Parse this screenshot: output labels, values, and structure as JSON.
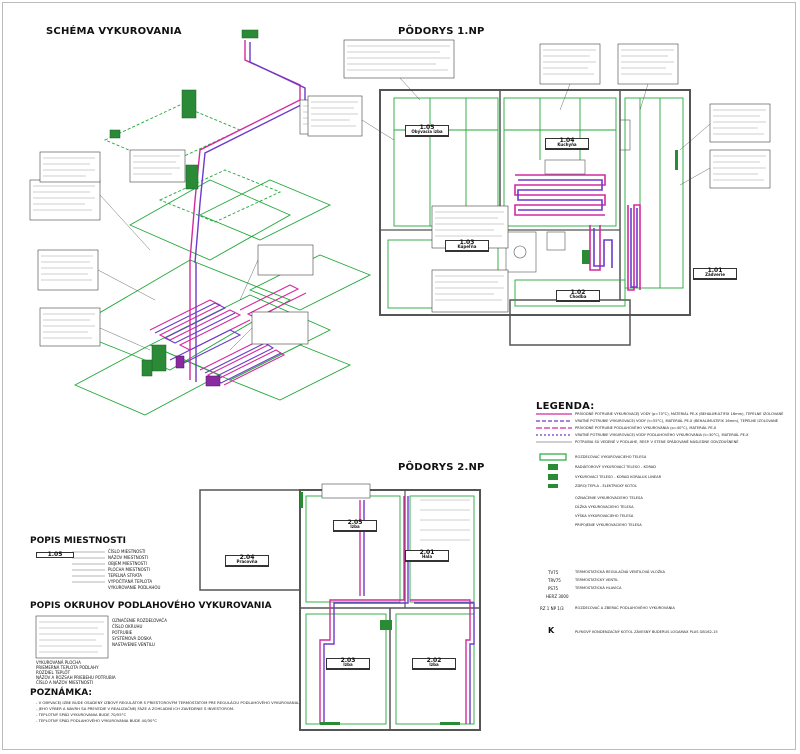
{
  "titles": {
    "schema": "SCHÉMA VYKUROVANIA",
    "podorys1": "PÔDORYS 1.NP",
    "podorys2": "PÔDORYS 2.NP",
    "legenda": "LEGENDA:",
    "popis_miestnosti": "POPIS MIESTNOSTI",
    "popis_okruhov": "POPIS OKRUHOV PODLAHOVÉHO VYKUROVANIA",
    "poznamka": "POZNÁMKA:"
  },
  "rooms_1np": [
    {
      "num": "1.05",
      "name": "Obývacia izba"
    },
    {
      "num": "1.04",
      "name": "Kuchyňa"
    },
    {
      "num": "1.03",
      "name": "Kúpeľňa"
    },
    {
      "num": "1.02",
      "name": "Chodba"
    },
    {
      "num": "1.01",
      "name": "Zádverie"
    }
  ],
  "rooms_2np": [
    {
      "num": "2.05",
      "name": "Izba"
    },
    {
      "num": "2.04",
      "name": "Pracovňa"
    },
    {
      "num": "2.01",
      "name": "Hala"
    },
    {
      "num": "2.03",
      "name": "Izba"
    },
    {
      "num": "2.02",
      "name": "Izba"
    }
  ],
  "popis_miestnosti": {
    "sample_num": "1.05",
    "lines": [
      "ČÍSLO MIESTNOSTI",
      "NÁZOV MIESTNOSTI",
      "OBJEM MIESTNOSTI",
      "PLOCHA MIESTNOSTI",
      "TEPELNÁ STRATA",
      "VYPOČÍTANÁ TEPLOTA",
      "VYKUROVANIE PODLAHOU"
    ]
  },
  "popis_okruhov": {
    "lines": [
      "VYKUROVANÁ PLOCHA",
      "PRIEMERNÁ TEPLOTA PODLAHY",
      "ROZDIEL TEPLÔT",
      "NÁZOV A ROZSAH PRIEBEHU POTRUBIA",
      "ČÍSLO A NÁZOV MIESTNOSTI",
      "OZNAČENIE ROZDEĽOVAČA",
      "ČÍSLO OKRUHU",
      "POTRUBIE",
      "SYSTÉMOVÁ DOSKA",
      "NASTAVENIE VENTILU"
    ]
  },
  "legend_lines": [
    "PRÍVODNÉ POTRUBIE VYKUROVACEJ VODY (p=70°C), MATERIÁL PE-X (BEHALIMULTIFIX 16mm), TEPELNE IZOLOVANÉ",
    "VRATNÉ POTRUBIE VYKUROVACEJ VODY (t=55°C), MATERIÁL PE-X (BEHALIMULTIFIX 16mm), TEPELNE IZOLOVANÉ",
    "PRÍVODNÉ POTRUBIE PODLAHOVÉHO VYKUROVANIA (p=40°C), MATERIÁL PE-X",
    "VRATNÉ POTRUBIE VYKUROVACEJ VODY PODLAHOVÉHO VYKUROVANIA (t=30°C), MATERIÁL PE-X",
    "POTRUBIA SÚ VEDENÉ V PODLAHE, RESP. V STENE SPÁDOVANÉ NÁSLEDNE ODVZDUŠNENÉ",
    "ROZDEĽOVAČ VYKUROVACIEHO TELESA",
    "RADIÁTOROVÝ VYKUROVACÍ TELESO - KORAD",
    "VYKUROVACÍ TELESO - KORAD KORALUX LINEAR",
    "ZDROJ TEPLA - ELEKTRICKÝ KOTOL",
    "OZNAČENIE VYKUROVACIEHO TELESA",
    "DĹŽKA VYKUROVACIEHO TELESA",
    "VÝŠKA VYKUROVACIEHO TELESA",
    "PRIPOJENIE VYKUROVACIEHO TELESA",
    "TERMOSTATICKÁ REGULAČNÁ VENTILOVÁ VLOŽKA",
    "TERMOSTATICKÝ VENTIL",
    "TERMOSTATICKÁ HLAVICA",
    "ROZDEĽOVAČ A ZBERAČ PODLAHOVÉHO VYKUROVANIA",
    "PLYNOVÝ KONDENZAČNÝ KOTOL ZÁVESNÝ BUDERUS LOGAMAX PLUS GB162-15"
  ],
  "legend_codes": [
    "TV75",
    "TRV75",
    "PS75",
    "HERZ 3000",
    "RZ 1 NP 1/3",
    "K"
  ],
  "poznamka_lines": [
    "- V OBYVACEJ IZBE BUDE OSADENÝ IZBOVÝ REGULÁTOR S PRIESTOROVÝM TERMOSTATOM PRE REGULÁCIU PODLAHOVÉHO VYKUROVANIA.",
    "- JEHO VÝBER A NÁVRH SA PREVEDIE V REALIZAČNEJ FÁZE A ZOHĽADNÍ ICH ZAVEDENIE S INVESTOROM.",
    "- TEPLOTNÝ SPÁD VYKUROVANIA BUDE 70/55°C",
    "- TEPLOTNÝ SPÁD PODLAHOVÉHO VYKUROVANIA BUDE 40/30°C"
  ],
  "colors": {
    "supply": "#d42a9e",
    "return": "#6a3cc8",
    "floor_green": "#22a83a",
    "wall": "#555555"
  }
}
